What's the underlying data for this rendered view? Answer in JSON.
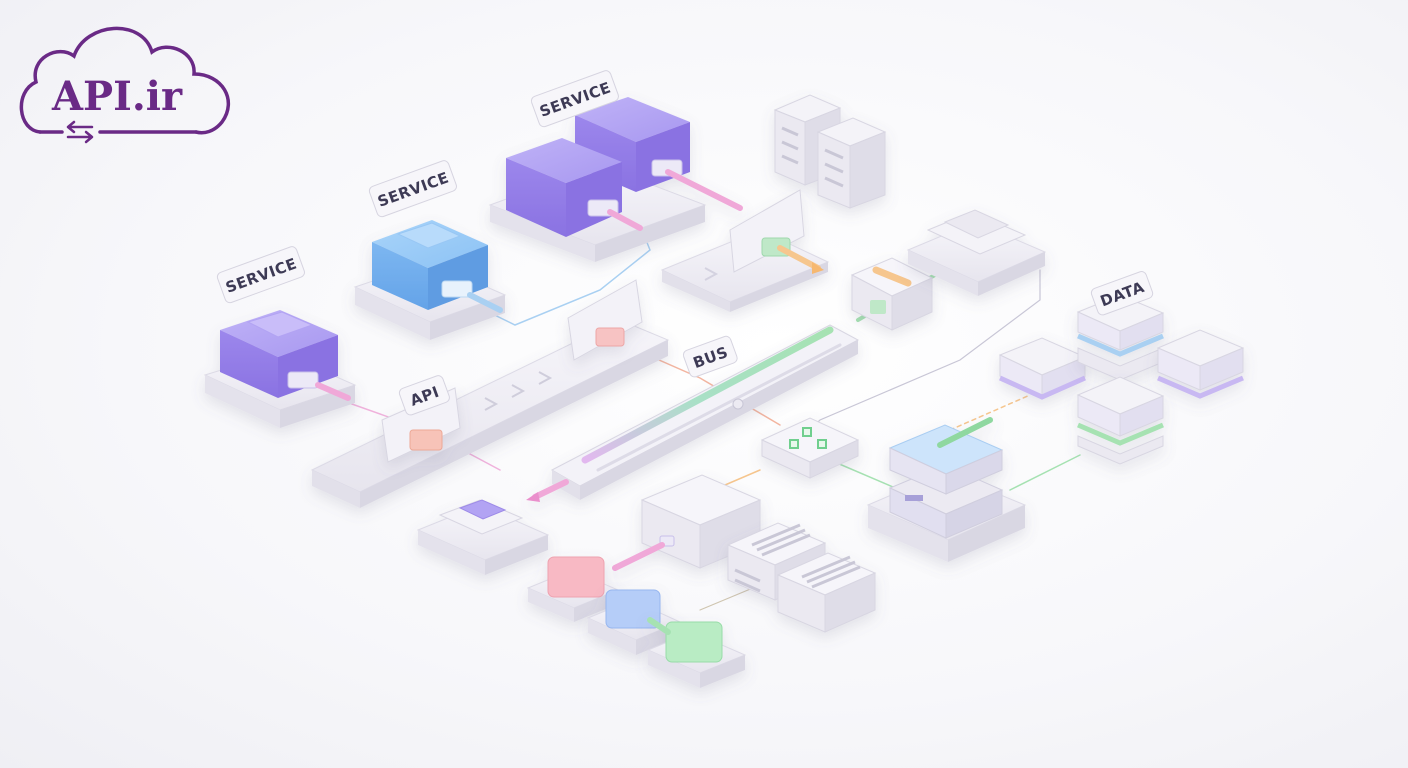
{
  "brand": {
    "name": "API.ir",
    "color": "#6a2a86",
    "icon": "swap-arrows-icon"
  },
  "labels": {
    "service_1": "SERVICE",
    "service_2": "SERVICE",
    "service_3": "SERVICE",
    "api": "API",
    "bus": "BUS",
    "data": "DATA"
  },
  "colors": {
    "service_purple": "#9d8ae8",
    "service_blue": "#74b2ef",
    "link_pink": "#f0a8d8",
    "link_blue": "#a9d0f2",
    "link_orange": "#f6c68e",
    "link_green": "#a6e2b2",
    "tray": "#eceaf2"
  },
  "icons": [
    "server-rack-icon",
    "storage-stack-icon",
    "network-hub-icon",
    "document-lines-icon"
  ]
}
